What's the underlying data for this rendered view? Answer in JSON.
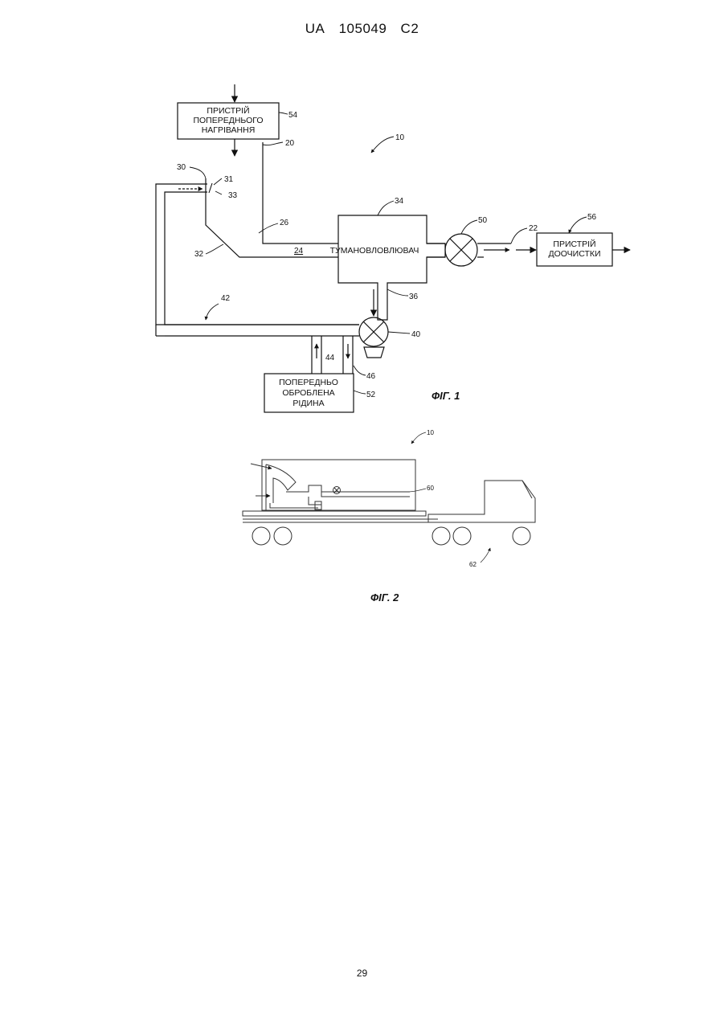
{
  "header": {
    "country": "UA",
    "number": "105049",
    "kind": "C2"
  },
  "page_number": "29",
  "fig1": {
    "caption": "ФІГ. 1",
    "preheater": [
      "ПРИСТРІЙ",
      "ПОПЕРЕДНЬОГО",
      "НАГРІВАННЯ"
    ],
    "mist_eliminator": "ТУМАНОВЛОВЛЮВАЧ",
    "post_treatment": [
      "ПРИСТРІЙ",
      "ДООЧИСТКИ"
    ],
    "pretreated_liquid": [
      "ПОПЕРЕДНЬО",
      "ОБРОБЛЕНА",
      "РІДИНА"
    ],
    "refs": {
      "r10": "10",
      "r20": "20",
      "r22": "22",
      "r24": "24",
      "r26": "26",
      "r30": "30",
      "r31": "31",
      "r32": "32",
      "r33": "33",
      "r34": "34",
      "r36": "36",
      "r40": "40",
      "r42": "42",
      "r44": "44",
      "r46": "46",
      "r50": "50",
      "r52": "52",
      "r54": "54",
      "r56": "56"
    }
  },
  "fig2": {
    "caption": "ФІГ. 2",
    "refs": {
      "r10": "10",
      "r60": "60",
      "r62": "62"
    }
  }
}
